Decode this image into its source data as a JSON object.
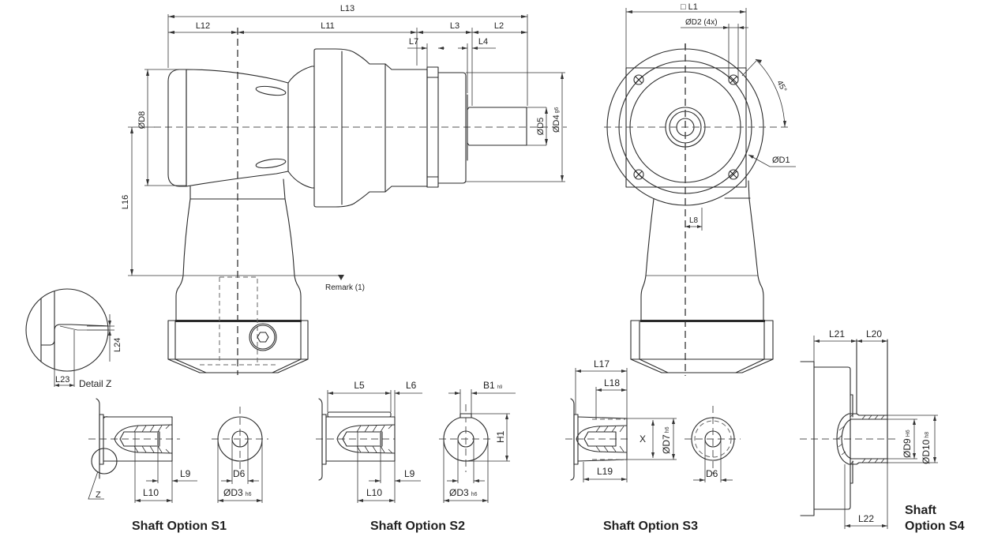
{
  "drawing": {
    "type": "technical dimension drawing",
    "subject": "right-angle gearbox (side view, front view, shaft options)"
  },
  "colors": {
    "background": "#ffffff",
    "line": "#2a2a2a",
    "dimension": "#333333",
    "centerline": "#555555"
  },
  "side_view": {
    "dimensions": {
      "L13": "L13",
      "L12": "L12",
      "L11": "L11",
      "L3": "L3",
      "L2": "L2",
      "L7": "L7",
      "L4": "L4",
      "D8": "ØD8",
      "D5": "ØD5",
      "D4": "ØD4",
      "D4_tol": "g6",
      "L16": "L16"
    },
    "remark": "Remark  (1)"
  },
  "front_view": {
    "dimensions": {
      "L1_symbol": "□",
      "L1": "L1",
      "D2": "ØD2 (4x)",
      "angle": "45°",
      "D1": "ØD1",
      "L8": "L8"
    }
  },
  "detail_z": {
    "title": "Detail  Z",
    "L23": "L23",
    "L24": "L24",
    "marker": "Z"
  },
  "shaft_options": [
    {
      "id": "S1",
      "caption": "Shaft Option S1",
      "labels": {
        "L9": "L9",
        "L10": "L10",
        "D6": "D6",
        "D3": "ØD3",
        "D3_tol": "h6",
        "Z": "Z"
      }
    },
    {
      "id": "S2",
      "caption": "Shaft Option S2",
      "labels": {
        "L5": "L5",
        "L6": "L6",
        "L9": "L9",
        "L10": "L10",
        "B1": "B1",
        "B1_tol": "h9",
        "H1": "H1",
        "D3": "ØD3",
        "D3_tol": "h6"
      }
    },
    {
      "id": "S3",
      "caption": "Shaft Option S3",
      "labels": {
        "L17": "L17",
        "L18": "L18",
        "L19": "L19",
        "X": "X",
        "D7": "ØD7",
        "D7_tol": "h6",
        "D6": "D6"
      }
    },
    {
      "id": "S4",
      "caption_line1": "Shaft",
      "caption_line2": "Option S4",
      "labels": {
        "L21": "L21",
        "L20": "L20",
        "L22": "L22",
        "D9": "ØD9",
        "D9_tol": "H6",
        "D10": "ØD10",
        "D10_tol": "h8"
      }
    }
  ]
}
